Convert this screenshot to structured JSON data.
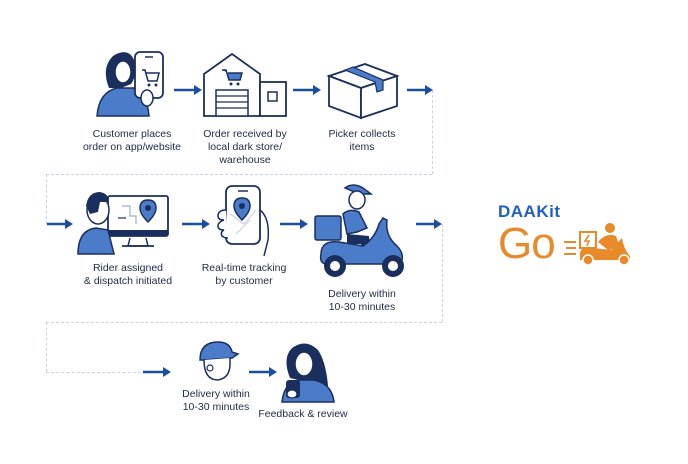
{
  "title": "DAAKit Go delivery flow",
  "colors": {
    "navy": "#1b2f5e",
    "blue": "#4a7cc9",
    "arrow": "#1a4fa0",
    "connector": "#c9d3e3",
    "orange": "#e8892a",
    "logo_blue": "#1f5fbf"
  },
  "steps": [
    {
      "label": "Customer places\norder on app/website",
      "icon": "customer-phone-cart-icon"
    },
    {
      "label": "Order received by\nlocal dark store/\nwarehouse",
      "icon": "warehouse-cart-icon"
    },
    {
      "label": "Picker collects\nitems",
      "icon": "box-icon"
    },
    {
      "label": "Rider assigned\n& dispatch initiated",
      "icon": "dispatcher-monitor-icon"
    },
    {
      "label": "Real-time tracking\nby customer",
      "icon": "phone-map-pin-icon"
    },
    {
      "label": "Delivery within\n10-30 minutes",
      "icon": "scooter-rider-icon"
    },
    {
      "label": "Delivery within\n10-30 minutes",
      "icon": "rider-head-icon"
    },
    {
      "label": "Feedback & review",
      "icon": "customer-feedback-icon"
    }
  ],
  "logo": {
    "brand": "DAAKit",
    "product": "Go",
    "icon": "scooter-delivery-icon"
  }
}
